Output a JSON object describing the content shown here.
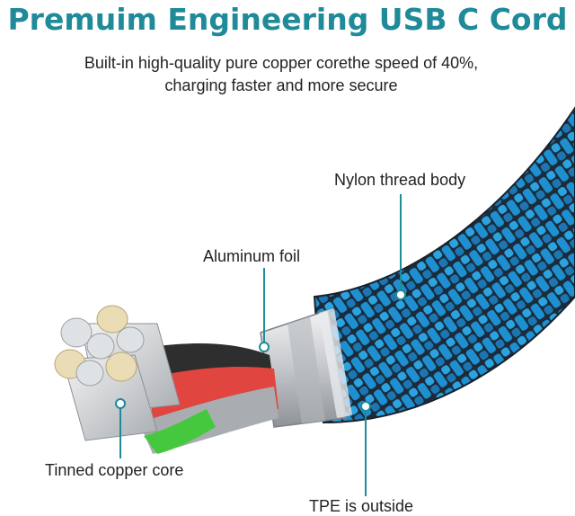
{
  "header": {
    "title": "Premuim Engineering USB C Cord",
    "subtitle_line1": "Built-in high-quality pure copper corethe speed of 40%,",
    "subtitle_line2": "charging faster and more secure"
  },
  "callouts": {
    "nylon": "Nylon thread body",
    "foil": "Aluminum foil",
    "tinned": "Tinned copper core",
    "tpe": "TPE is outside"
  },
  "colors": {
    "title": "#1f8a98",
    "callout_line": "#1f8a98",
    "braid_blue": "#1e8fd0",
    "braid_dark": "#1c2b3a",
    "wire_red": "#e0453f",
    "wire_green": "#46c83e",
    "metal": "#c8cbcf"
  }
}
